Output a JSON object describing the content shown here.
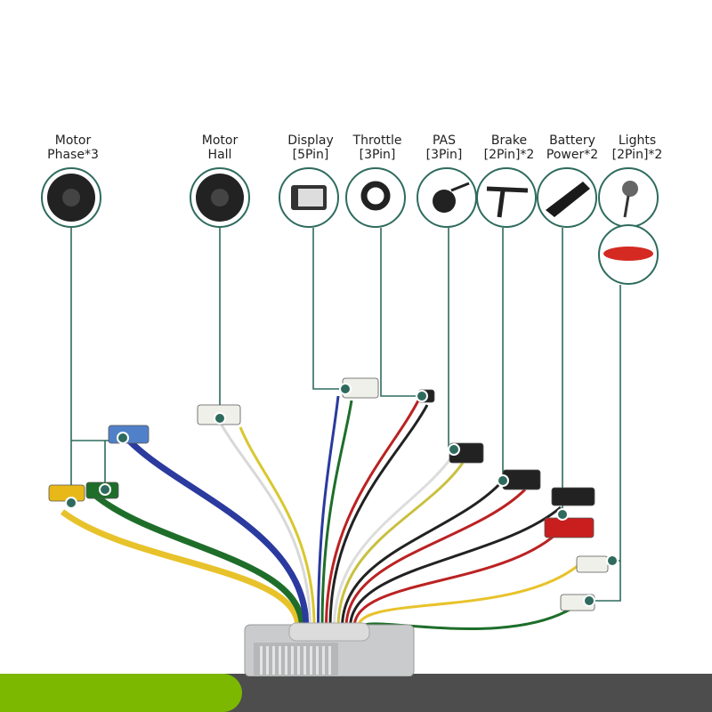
{
  "components": [
    {
      "id": "motor-phase",
      "line1": "Motor",
      "line2": "Phase*3",
      "icon": "hub-motor-icon"
    },
    {
      "id": "motor-hall",
      "line1": "Motor",
      "line2": "Hall",
      "icon": "hub-motor-icon"
    },
    {
      "id": "display",
      "line1": "Display",
      "line2": "[5Pin]",
      "icon": "lcd-display-icon"
    },
    {
      "id": "throttle",
      "line1": "Throttle",
      "line2": "[3Pin]",
      "icon": "thumb-throttle-icon"
    },
    {
      "id": "pas",
      "line1": "PAS",
      "line2": "[3Pin]",
      "icon": "pas-sensor-icon"
    },
    {
      "id": "brake",
      "line1": "Brake",
      "line2": "[2Pin]*2",
      "icon": "brake-lever-icon"
    },
    {
      "id": "battery",
      "line1": "Battery",
      "line2": "Power*2",
      "icon": "battery-pack-icon"
    },
    {
      "id": "lights",
      "line1": "Lights",
      "line2": "[2Pin]*2",
      "icon": "headlight-icon"
    }
  ],
  "extra_icon": "tail-light-icon",
  "colors": {
    "accent": "#2e6b5e",
    "green_bar": "#7cb800",
    "gray_bar": "#4d4d4d",
    "controller": "#c9cbcc"
  },
  "wire_colors": [
    "#e8c22a",
    "#1e6e2a",
    "#2a3a9e",
    "#d8d8d8",
    "#d9c730",
    "#2a3a9e",
    "#1e6e2a",
    "#b22",
    "#222",
    "#ddd",
    "#c9c040",
    "#222",
    "#b22",
    "#222",
    "#b22"
  ]
}
